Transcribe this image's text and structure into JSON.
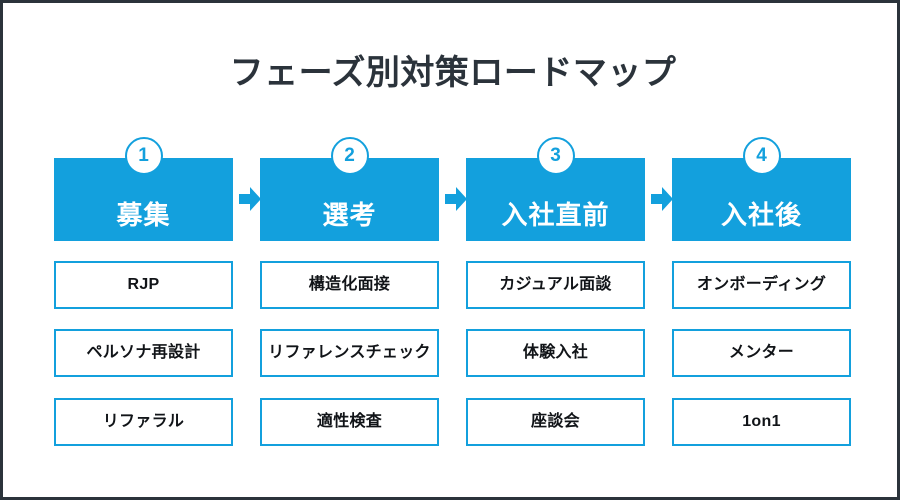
{
  "colors": {
    "accent": "#13A0DD",
    "title_text": "#2B333B",
    "item_text": "#111418",
    "background": "#FFFFFF",
    "frame_border": "#2B333B"
  },
  "header": {
    "title": "フェーズ別対策ロードマップ"
  },
  "arrows": {
    "icon": "arrow-right-icon",
    "count": 3
  },
  "phases": [
    {
      "number": "1",
      "label": "募集",
      "items": [
        "RJP",
        "ペルソナ再設計",
        "リファラル"
      ]
    },
    {
      "number": "2",
      "label": "選考",
      "items": [
        "構造化面接",
        "リファレンスチェック",
        "適性検査"
      ]
    },
    {
      "number": "3",
      "label": "入社直前",
      "items": [
        "カジュアル面談",
        "体験入社",
        "座談会"
      ]
    },
    {
      "number": "4",
      "label": "入社後",
      "items": [
        "オンボーディング",
        "メンター",
        "1on1"
      ]
    }
  ]
}
